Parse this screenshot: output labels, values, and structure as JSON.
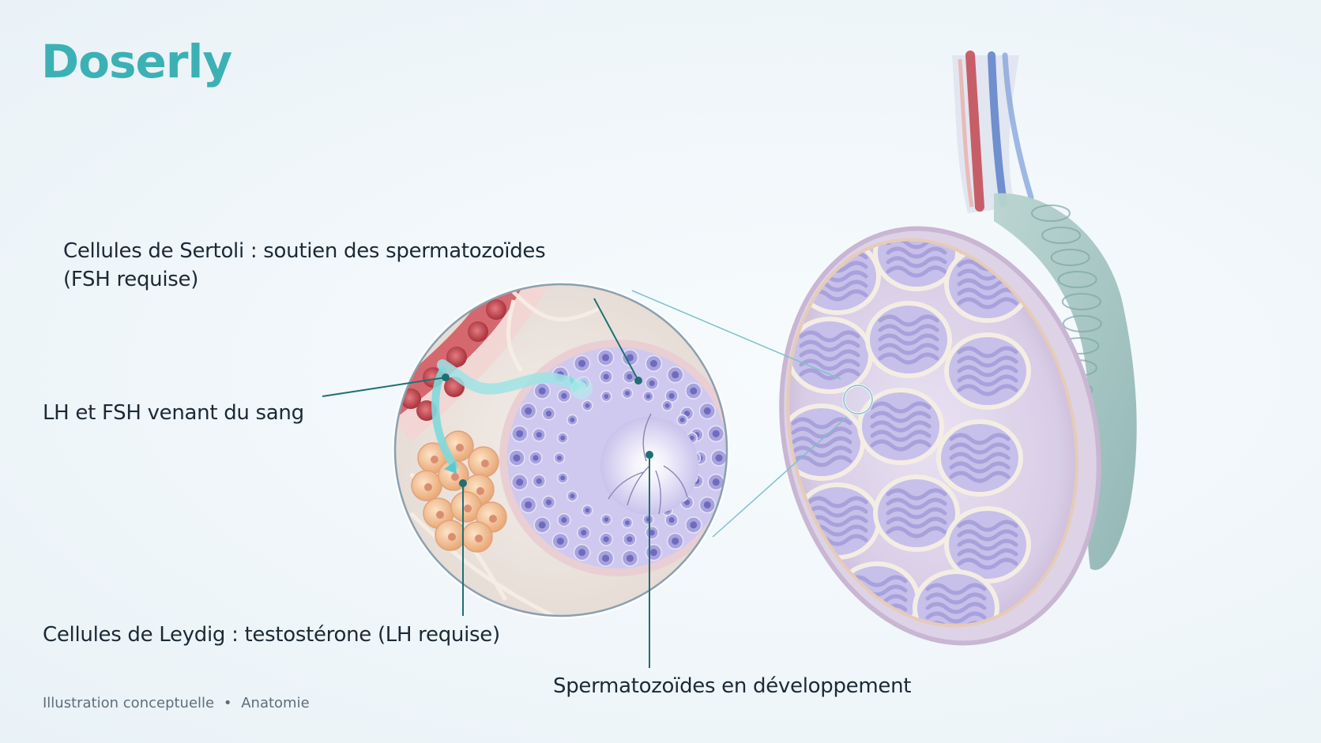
{
  "brand": {
    "name": "Doserly",
    "color": "#3cb1b5"
  },
  "labels": {
    "sertoli_line1": "Cellules de Sertoli : soutien des spermatozoïdes",
    "sertoli_line2": "(FSH requise)",
    "hormones": "LH et FSH venant du sang",
    "leydig": "Cellules de Leydig : testostérone (LH requise)",
    "sperm": "Spermatozoïdes en développement"
  },
  "footer": {
    "caption": "Illustration conceptuelle",
    "separator": "•",
    "category": "Anatomie"
  },
  "colors": {
    "leader_line": "#1f6f74",
    "flow_arrow": "#7fd9dc",
    "tubule": "#b9b4e6",
    "leydig_cells": "#f3c59a",
    "blood_vessel": "#c2454f",
    "vein": "#5a7fc8",
    "epididymis": "#9ec4c2"
  },
  "icons": {
    "flow_arrow": "arrow-icon"
  }
}
